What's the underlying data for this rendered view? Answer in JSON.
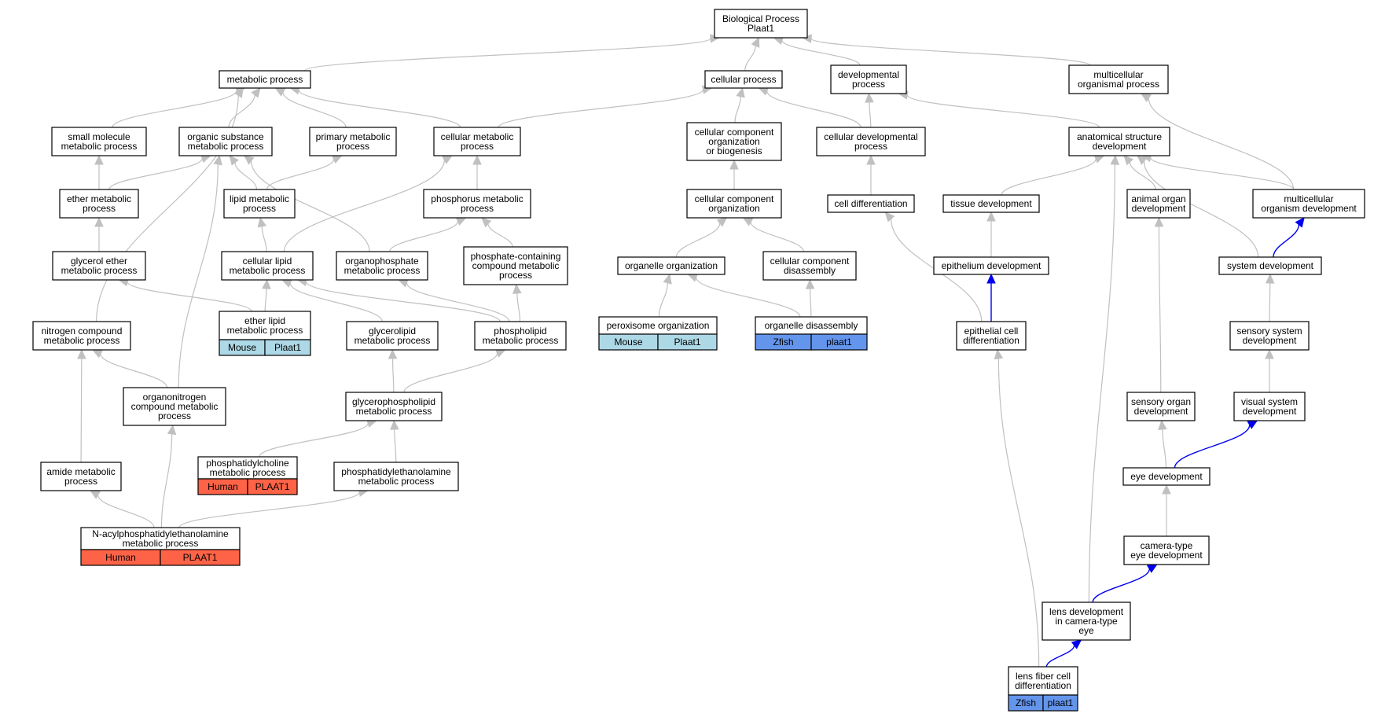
{
  "colors": {
    "edge_default": "#c0c0c0",
    "edge_highlight": "#0000ee",
    "mouse": "#add8e6",
    "zfish": "#6495ed",
    "human": "#ff6347"
  },
  "nodes": {
    "bp": {
      "lines": [
        "Biological Process",
        "Plaat1"
      ]
    },
    "metabolic": {
      "lines": [
        "metabolic process"
      ]
    },
    "cellular": {
      "lines": [
        "cellular process"
      ]
    },
    "devproc": {
      "lines": [
        "developmental",
        "process"
      ]
    },
    "multiorg": {
      "lines": [
        "multicellular",
        "organismal process"
      ]
    },
    "smallmol": {
      "lines": [
        "small molecule",
        "metabolic process"
      ]
    },
    "orgsub": {
      "lines": [
        "organic substance",
        "metabolic process"
      ]
    },
    "primary": {
      "lines": [
        "primary metabolic",
        "process"
      ]
    },
    "cellmet": {
      "lines": [
        "cellular metabolic",
        "process"
      ]
    },
    "ccob": {
      "lines": [
        "cellular component",
        "organization",
        "or biogenesis"
      ]
    },
    "celldev": {
      "lines": [
        "cellular developmental",
        "process"
      ]
    },
    "anatdev": {
      "lines": [
        "anatomical structure",
        "development"
      ]
    },
    "ether": {
      "lines": [
        "ether metabolic",
        "process"
      ]
    },
    "lipid": {
      "lines": [
        "lipid metabolic",
        "process"
      ]
    },
    "phosphorus": {
      "lines": [
        "phosphorus metabolic",
        "process"
      ]
    },
    "cco": {
      "lines": [
        "cellular component",
        "organization"
      ]
    },
    "celldiff": {
      "lines": [
        "cell differentiation"
      ]
    },
    "tissue": {
      "lines": [
        "tissue development"
      ]
    },
    "animorg": {
      "lines": [
        "animal organ",
        "development"
      ]
    },
    "multidev": {
      "lines": [
        "multicellular",
        "organism development"
      ]
    },
    "glycether": {
      "lines": [
        "glycerol ether",
        "metabolic process"
      ]
    },
    "celllipid": {
      "lines": [
        "cellular lipid",
        "metabolic process"
      ]
    },
    "organophos": {
      "lines": [
        "organophosphate",
        "metabolic process"
      ]
    },
    "phoscont": {
      "lines": [
        "phosphate-containing",
        "compound metabolic",
        "process"
      ]
    },
    "organelleorg": {
      "lines": [
        "organelle organization"
      ]
    },
    "ccdis": {
      "lines": [
        "cellular component",
        "disassembly"
      ]
    },
    "epith": {
      "lines": [
        "epithelium development"
      ]
    },
    "sysdev": {
      "lines": [
        "system development"
      ]
    },
    "etherlipid": {
      "lines": [
        "ether lipid",
        "metabolic process"
      ],
      "species": [
        "Mouse",
        "Plaat1"
      ]
    },
    "nitrogen": {
      "lines": [
        "nitrogen compound",
        "metabolic process"
      ]
    },
    "glycerolipid": {
      "lines": [
        "glycerolipid",
        "metabolic process"
      ]
    },
    "phospholipid": {
      "lines": [
        "phospholipid",
        "metabolic process"
      ]
    },
    "peroxisome": {
      "lines": [
        "peroxisome organization"
      ],
      "species": [
        "Mouse",
        "Plaat1"
      ]
    },
    "orgdis": {
      "lines": [
        "organelle disassembly"
      ],
      "species": [
        "Zfish",
        "plaat1"
      ]
    },
    "epicell": {
      "lines": [
        "epithelial cell",
        "differentiation"
      ]
    },
    "senssys": {
      "lines": [
        "sensory system",
        "development"
      ]
    },
    "organonit": {
      "lines": [
        "organonitrogen",
        "compound metabolic",
        "process"
      ]
    },
    "glycerophos": {
      "lines": [
        "glycerophospholipid",
        "metabolic process"
      ]
    },
    "sensorg": {
      "lines": [
        "sensory organ",
        "development"
      ]
    },
    "vissys": {
      "lines": [
        "visual system",
        "development"
      ]
    },
    "amide": {
      "lines": [
        "amide metabolic",
        "process"
      ]
    },
    "pcholine": {
      "lines": [
        "phosphatidylcholine",
        "metabolic process"
      ],
      "species": [
        "Human",
        "PLAAT1"
      ]
    },
    "pethanol": {
      "lines": [
        "phosphatidylethanolamine",
        "metabolic process"
      ]
    },
    "eyedev": {
      "lines": [
        "eye development"
      ]
    },
    "nacyl": {
      "lines": [
        "N-acylphosphatidylethanolamine",
        "metabolic process"
      ],
      "species": [
        "Human",
        "PLAAT1"
      ]
    },
    "camera": {
      "lines": [
        "camera-type",
        "eye development"
      ]
    },
    "lensdev": {
      "lines": [
        "lens development",
        "in camera-type",
        "eye"
      ]
    },
    "lensfiber": {
      "lines": [
        "lens fiber cell",
        "differentiation"
      ],
      "species": [
        "Zfish",
        "plaat1"
      ]
    }
  }
}
